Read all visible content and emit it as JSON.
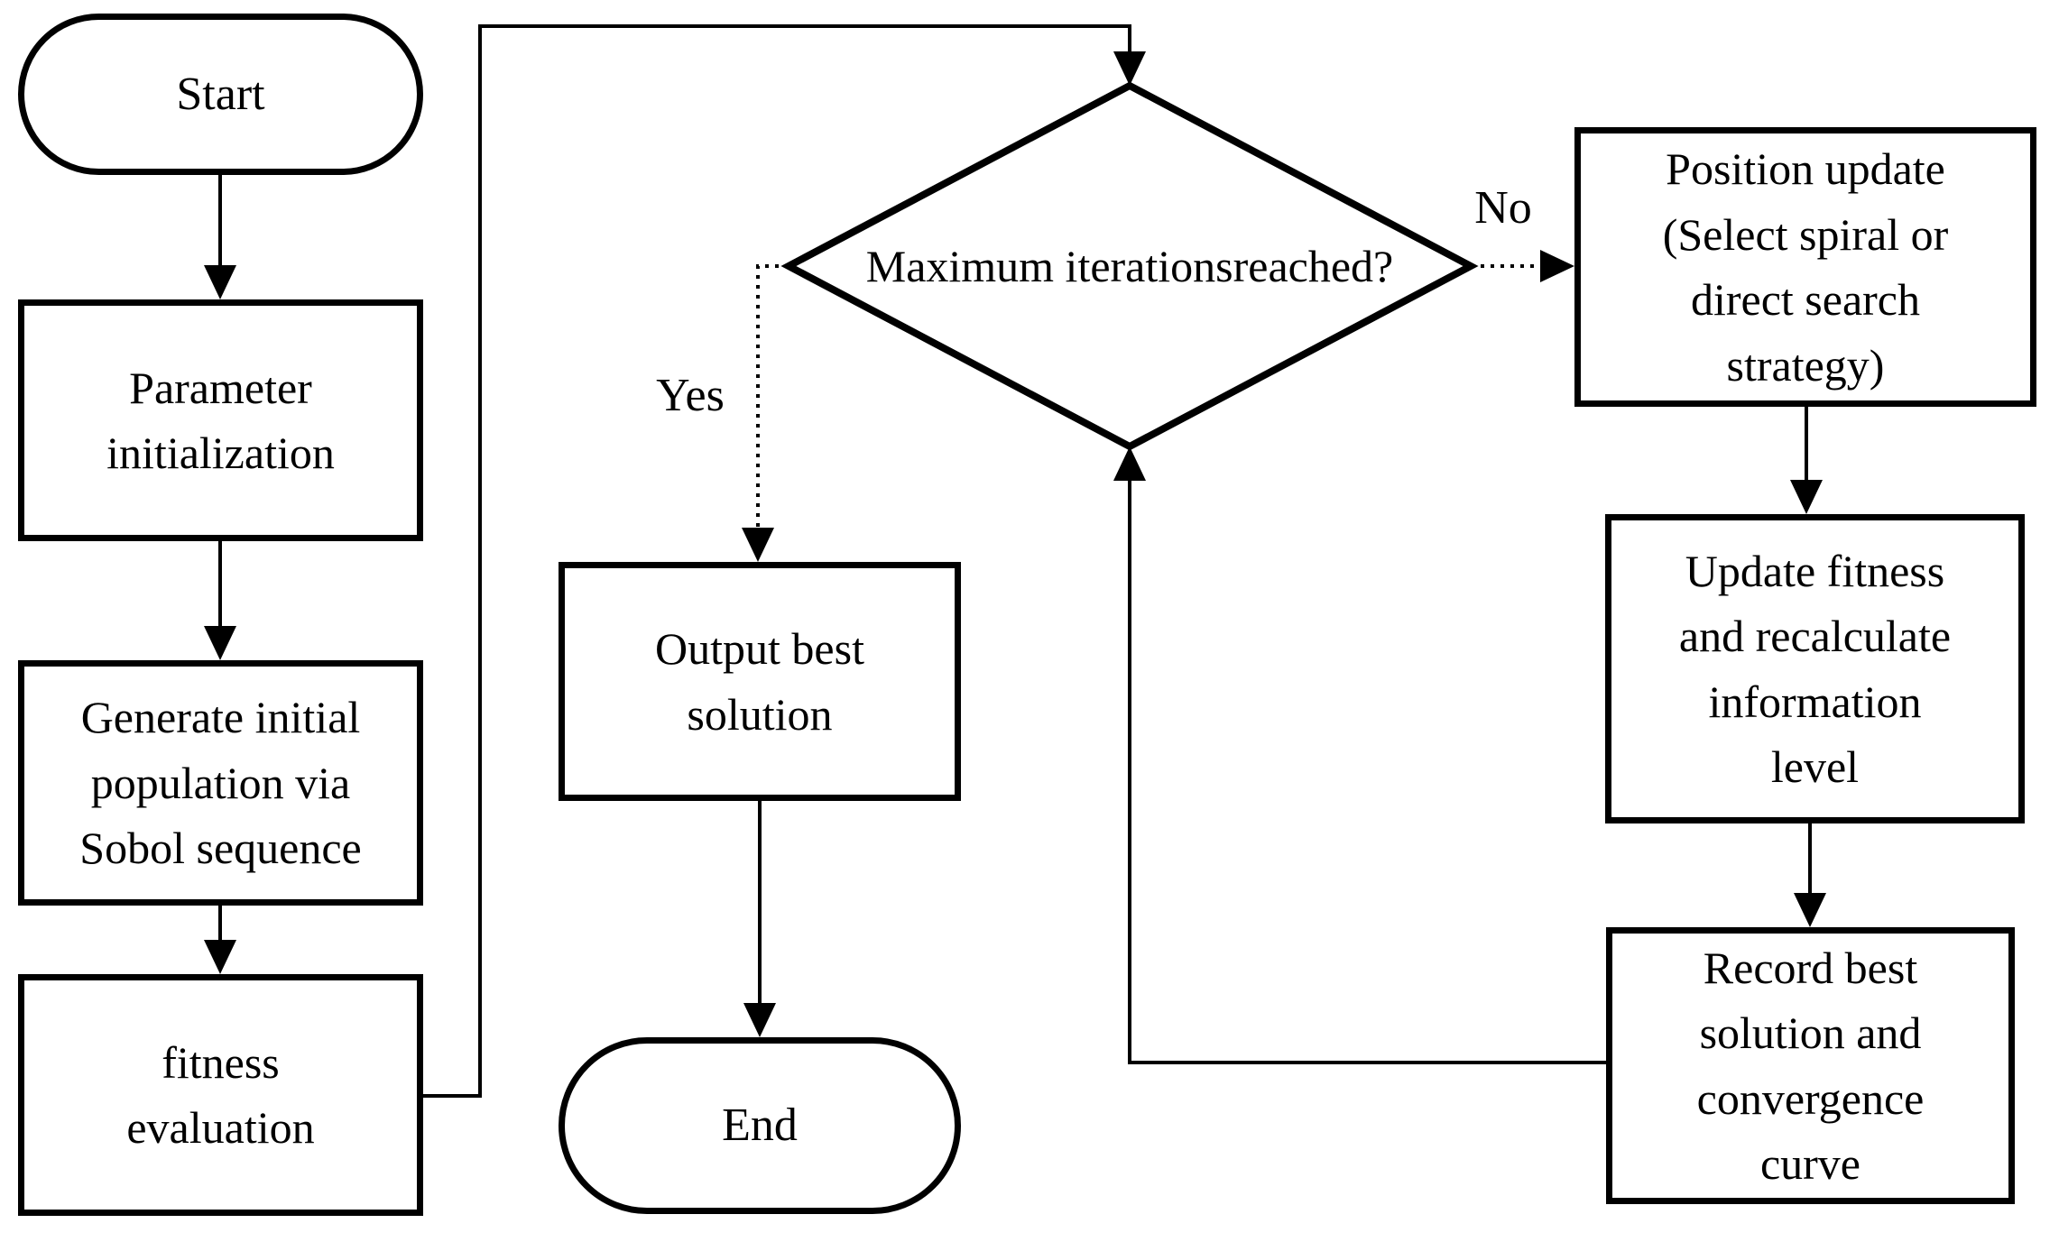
{
  "figure_type": "flowchart",
  "colors": {
    "stroke": "#000000",
    "fill": "#ffffff",
    "text": "#000000"
  },
  "nodes": {
    "start": {
      "shape": "terminator",
      "label": "Start",
      "lines": [
        "Start"
      ]
    },
    "parameter_initialization": {
      "shape": "process",
      "label": "Parameter initialization",
      "lines": [
        "Parameter",
        "initialization"
      ]
    },
    "generate_population": {
      "shape": "process",
      "label": "Generate initial population via Sobol sequence",
      "lines": [
        "Generate initial",
        "population via",
        "Sobol sequence"
      ]
    },
    "fitness_evaluation": {
      "shape": "process",
      "label": "fitness evaluation",
      "lines": [
        "fitness",
        "evaluation"
      ]
    },
    "max_iterations": {
      "shape": "decision",
      "label": "Maximum iterations reached?",
      "lines": [
        "Maximum iterations",
        "reached?"
      ]
    },
    "output_best": {
      "shape": "process",
      "label": "Output best solution",
      "lines": [
        "Output best",
        "solution"
      ]
    },
    "end": {
      "shape": "terminator",
      "label": "End",
      "lines": [
        "End"
      ]
    },
    "position_update": {
      "shape": "process",
      "label": "Position update (Select spiral or direct search strategy)",
      "lines": [
        "Position update",
        "(Select spiral or",
        "direct search",
        "strategy)"
      ]
    },
    "update_fitness": {
      "shape": "process",
      "label": "Update fitness and recalculate information level",
      "lines": [
        "Update fitness",
        "and recalculate",
        "information",
        "level"
      ]
    },
    "record_best": {
      "shape": "process",
      "label": "Record best solution and convergence curve",
      "lines": [
        "Record best",
        "solution and",
        "convergence",
        "curve"
      ]
    }
  },
  "edges": [
    {
      "from": "start",
      "to": "parameter_initialization",
      "label": "",
      "style": "solid"
    },
    {
      "from": "parameter_initialization",
      "to": "generate_population",
      "label": "",
      "style": "solid"
    },
    {
      "from": "generate_population",
      "to": "fitness_evaluation",
      "label": "",
      "style": "solid"
    },
    {
      "from": "fitness_evaluation",
      "to": "max_iterations",
      "label": "",
      "style": "solid"
    },
    {
      "from": "max_iterations",
      "to": "output_best",
      "label": "Yes",
      "style": "dotted"
    },
    {
      "from": "max_iterations",
      "to": "position_update",
      "label": "No",
      "style": "dotted"
    },
    {
      "from": "output_best",
      "to": "end",
      "label": "",
      "style": "solid"
    },
    {
      "from": "position_update",
      "to": "update_fitness",
      "label": "",
      "style": "solid"
    },
    {
      "from": "update_fitness",
      "to": "record_best",
      "label": "",
      "style": "solid"
    },
    {
      "from": "record_best",
      "to": "max_iterations",
      "label": "",
      "style": "solid"
    }
  ]
}
